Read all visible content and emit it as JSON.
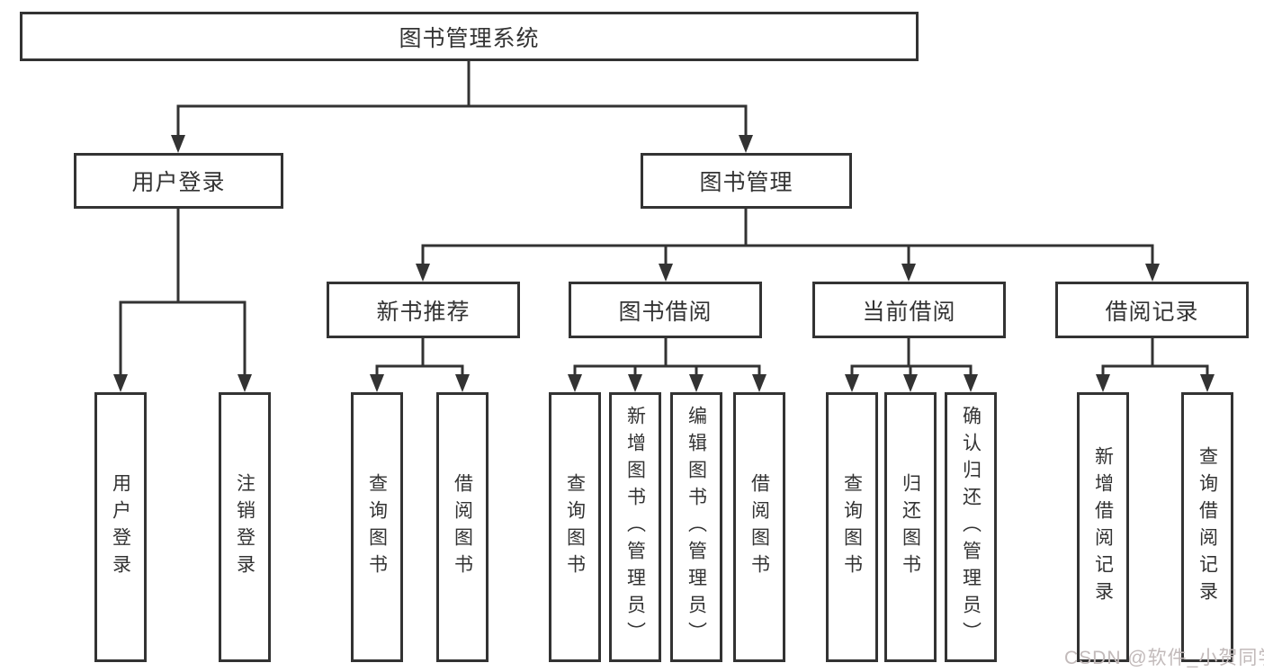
{
  "diagram": {
    "root": "图书管理系统",
    "level2": {
      "user_login": "用户登录",
      "book_mgmt": "图书管理"
    },
    "level3": {
      "new_books": "新书推荐",
      "book_borrow": "图书借阅",
      "current_borrow": "当前借阅",
      "borrow_records": "借阅记录"
    },
    "leaves": {
      "user_login": [
        "用户登录",
        "注销登录"
      ],
      "new_books": [
        "查询图书",
        "借阅图书"
      ],
      "book_borrow": [
        "查询图书",
        "新增图书（管理员）",
        "编辑图书（管理员）",
        "借阅图书"
      ],
      "current_borrow": [
        "查询图书",
        "归还图书",
        "确认归还（管理员）"
      ],
      "borrow_records": [
        "新增借阅记录",
        "查询借阅记录"
      ]
    },
    "colors": {
      "line": "#333333",
      "text": "#333333",
      "background": "#ffffff",
      "watermark": "#c2baba"
    }
  },
  "watermark": {
    "text": "CSDN @软件_小贺同学"
  }
}
